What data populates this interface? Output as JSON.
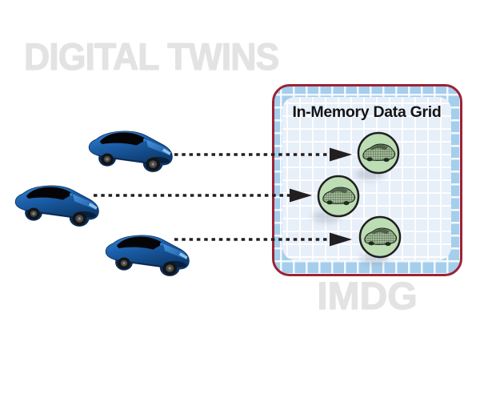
{
  "background_color": "#FFFFFF",
  "title": {
    "text": "DIGITAL TWINS",
    "color": "#E3E3E3"
  },
  "imdg_box": {
    "label": "In-Memory Data Grid",
    "caption": "IMDG",
    "border_color": "#9B2335",
    "grid_bg_color": "#A5CEEC",
    "inner_bg_color": "#E7EFF9",
    "grid_line_color": "#FFFFFF"
  },
  "physical_cars": {
    "count": 3,
    "color": "#1B5EA8",
    "icon": "blue-car-icon"
  },
  "twin_nodes": {
    "count": 3,
    "circle_fill": "#BDDDB4",
    "circle_border": "#1F1F1F",
    "icon": "mini-car-icon"
  },
  "arrows": {
    "count": 3,
    "style": "dashed",
    "color": "#231F20",
    "direction": "left-to-right"
  }
}
